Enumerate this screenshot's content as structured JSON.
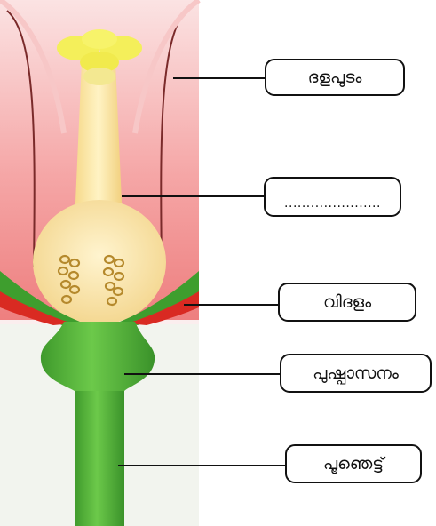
{
  "labels": {
    "petals": "ദളപുടം",
    "blank": "......................",
    "sepal": "വിദളം",
    "receptacle": "പുഷ്പാസനം",
    "stalk": "പൂഞെട്ട്"
  },
  "colors": {
    "petal": "#f08c8c",
    "pistil": "#fde9a8",
    "stigma": "#f3ee55",
    "stem": "#4fb43a",
    "sepal_green": "#3e9e2e",
    "sepal_red": "#d92a22",
    "ovule": "#b5892c",
    "outline": "#111111"
  }
}
